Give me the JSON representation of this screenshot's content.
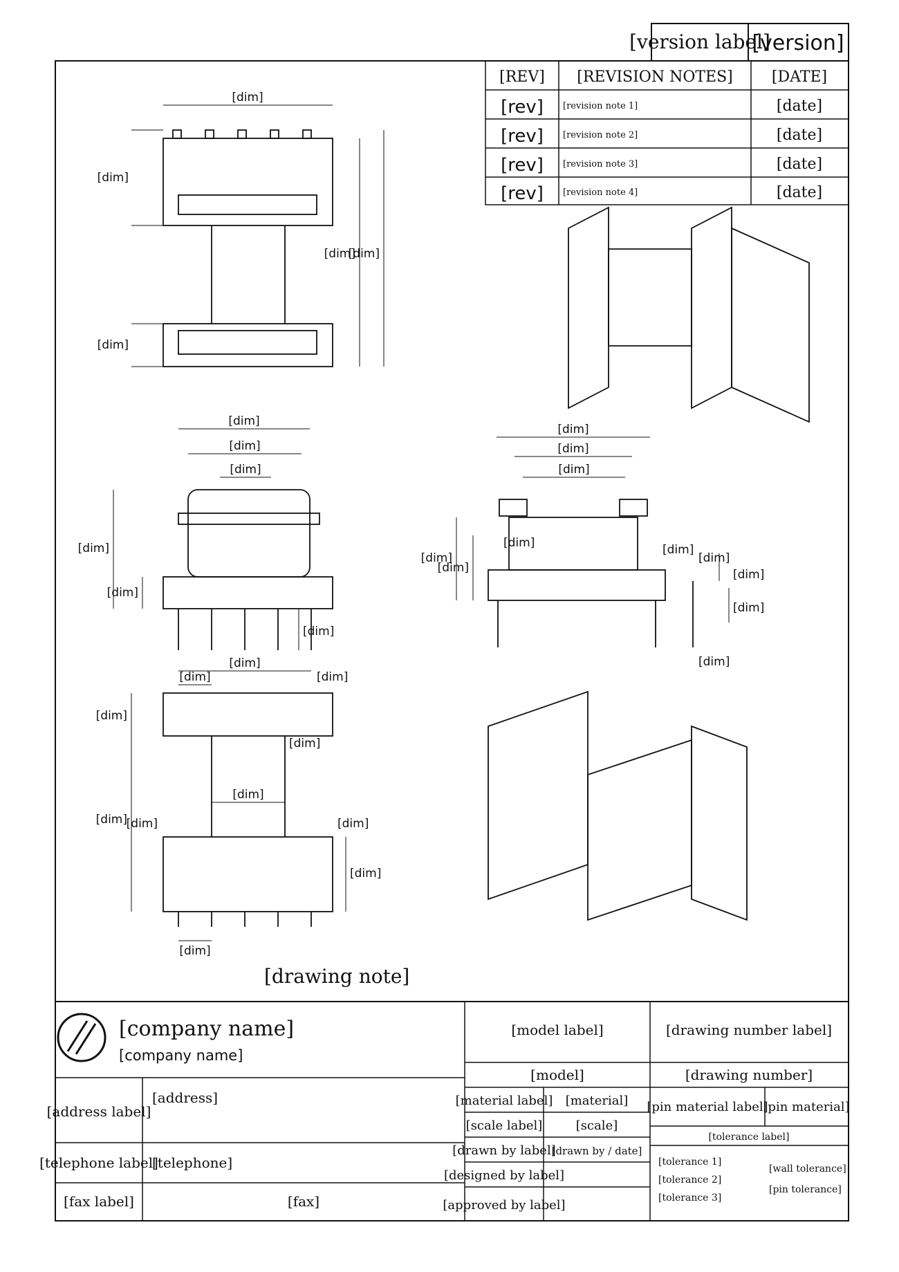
{
  "version_box": {
    "label": "[version label]",
    "value": "[version]"
  },
  "revisions": {
    "headers": {
      "rev": "[REV]",
      "desc": "[REVISION NOTES]",
      "date": "[DATE]"
    },
    "rows": [
      {
        "rev": "[rev]",
        "desc": "[revision note 1]",
        "date": "[date]"
      },
      {
        "rev": "[rev]",
        "desc": "[revision note 2]",
        "date": "[date]"
      },
      {
        "rev": "[rev]",
        "desc": "[revision note 3]",
        "date": "[date]"
      },
      {
        "rev": "[rev]",
        "desc": "[revision note 4]",
        "date": "[date]"
      }
    ]
  },
  "views": {
    "top": {
      "dims": [
        "[dim]",
        "[dim]",
        "[dim]",
        "[dim]",
        "[dim]"
      ]
    },
    "front": {
      "dims": [
        "[dim]",
        "[dim]",
        "[dim]",
        "[dim]",
        "[dim]",
        "[dim]"
      ]
    },
    "side": {
      "dims": [
        "[dim]",
        "[dim]",
        "[dim]",
        "[dim]",
        "[dim]",
        "[dim]",
        "[dim]",
        "[dim]",
        "[dim]",
        "[dim]",
        "[dim]"
      ]
    },
    "bottom": {
      "dims": [
        "[dim]",
        "[dim]",
        "[dim]",
        "[dim]",
        "[dim]",
        "[dim]",
        "[dim]",
        "[dim]",
        "[dim]",
        "[dim]",
        "[dim]"
      ]
    }
  },
  "note": "[drawing note]",
  "title_block": {
    "company_cn": "[company name]",
    "company_en": "[company name]",
    "address_label": "[address label]",
    "address": "[address]",
    "telephone_label": "[telephone label]",
    "telephone": "[telephone]",
    "fax_label": "[fax label]",
    "fax": "[fax]",
    "model_label": "[model label]",
    "model": "[model]",
    "drawing_no_label": "[drawing number label]",
    "drawing_no": "[drawing number]",
    "material_label": "[material label]",
    "material": "[material]",
    "pin_material_label": "[pin material label]",
    "pin_material": "[pin material]",
    "scale_label": "[scale label]",
    "scale": "[scale]",
    "drawing_label": "[drawn by label]",
    "drawing": "[drawn by / date]",
    "designed_label": "[designed by label]",
    "designed": "",
    "approved_label": "[approved by label]",
    "approved": "",
    "tolerance_label": "[tolerance label]",
    "tolerances": [
      "[tolerance 1]",
      "[tolerance 2]",
      "[tolerance 3]"
    ],
    "wall_tolerance": "[wall tolerance]",
    "pin_tolerance": "[pin tolerance]"
  }
}
